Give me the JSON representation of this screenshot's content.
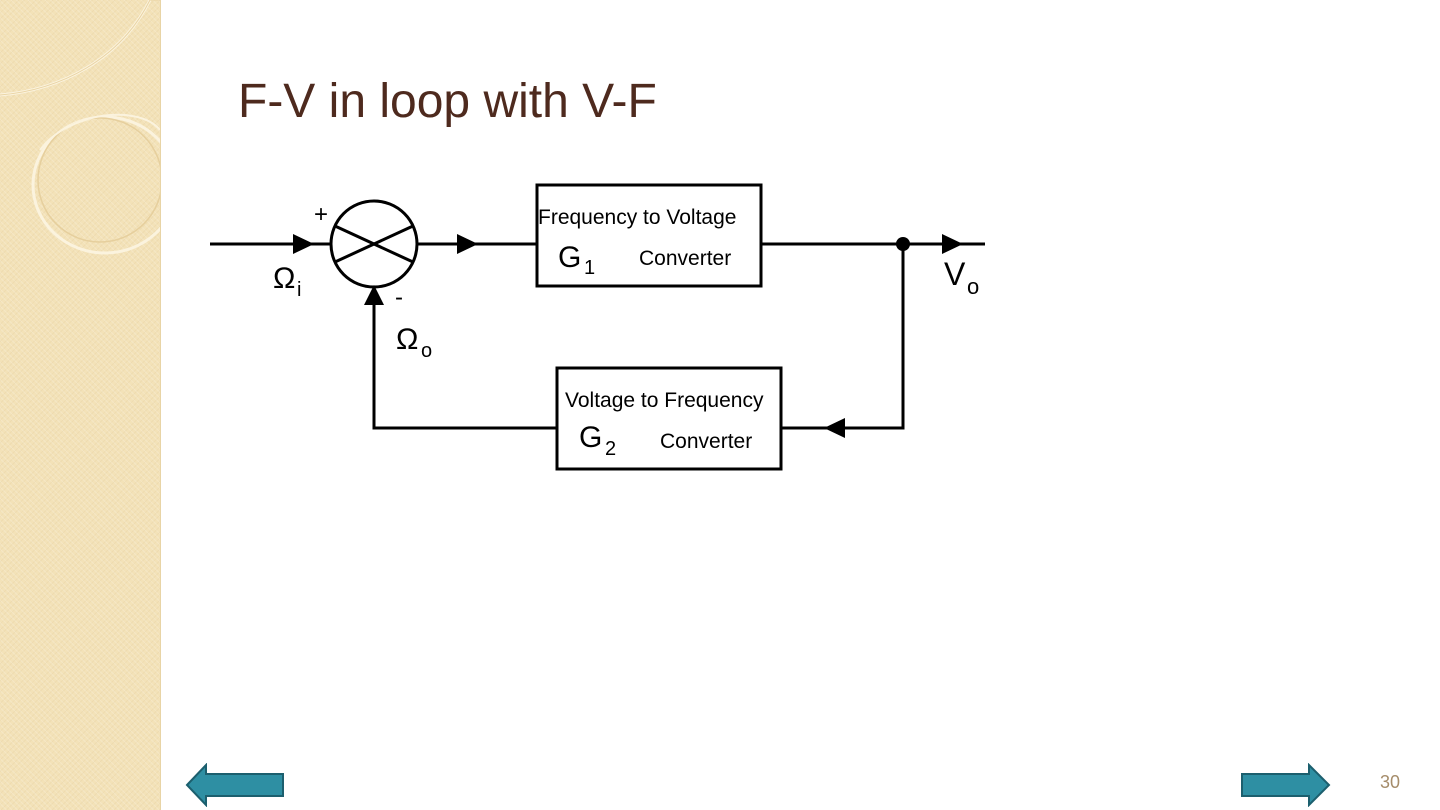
{
  "slide": {
    "title": "F-V in loop with V-F",
    "page_number": "30"
  },
  "diagram": {
    "summing_junction": {
      "plus_sign": "+",
      "minus_sign": "-"
    },
    "input_signal": {
      "symbol": "Ω",
      "subscript": "i"
    },
    "feedback_signal": {
      "symbol": "Ω",
      "subscript": "o"
    },
    "output_signal": {
      "symbol": "V",
      "subscript": "o"
    },
    "forward_block": {
      "title": "Frequency to Voltage",
      "gain_symbol": "G",
      "gain_subscript": "1",
      "label": "Converter"
    },
    "feedback_block": {
      "title": "Voltage to Frequency",
      "gain_symbol": "G",
      "gain_subscript": "2",
      "label": "Converter"
    }
  },
  "navigation": {
    "back_arrow_color": "#2e8fa3",
    "forward_arrow_color": "#2e8fa3"
  }
}
